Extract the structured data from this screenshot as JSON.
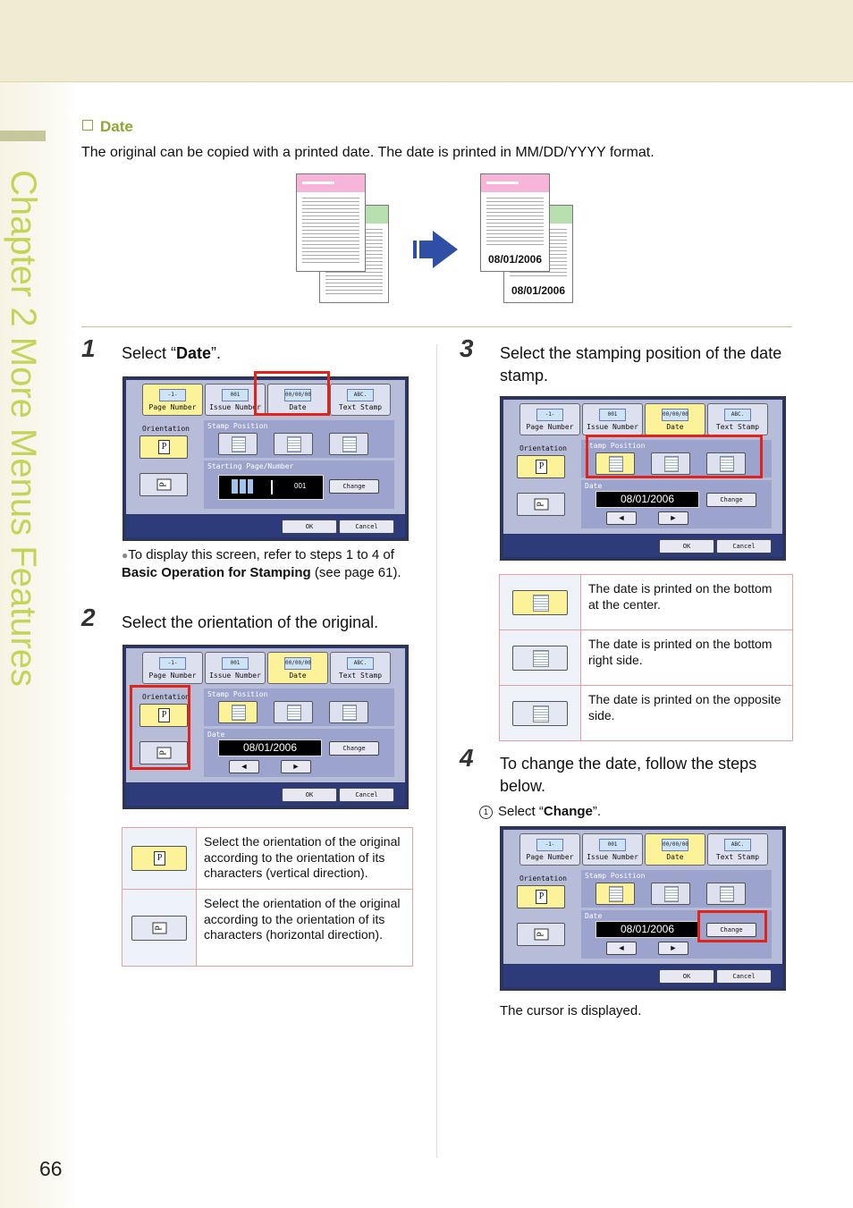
{
  "sidebar": {
    "chapter_label": "Chapter 2   More Menus Features",
    "page_number": "66"
  },
  "section": {
    "title": "Date",
    "intro": "The original can be copied with a printed date. The date is printed in MM/DD/YYYY format.",
    "illustration": {
      "front_date": "08/01/2006",
      "back_date": "08/01/2006"
    }
  },
  "steps": [
    {
      "number": "1",
      "text_before": "Select “",
      "bold": "Date",
      "text_after": "”."
    },
    {
      "number": "2",
      "text": "Select the orientation of the original."
    },
    {
      "number": "3",
      "text": "Select the stamping position of the date stamp."
    },
    {
      "number": "4",
      "text": "To change the date, follow the steps below."
    }
  ],
  "note1": {
    "before": "To display this screen, refer to steps 1 to 4 of ",
    "bold": "Basic Operation for Stamping",
    "after": " (see page 61)."
  },
  "substep": {
    "marker": "1",
    "before": "Select “",
    "bold": "Change",
    "after": "”."
  },
  "cursor_note": "The cursor is displayed.",
  "screen": {
    "tabs": [
      "Page Number",
      "Issue Number",
      "Date",
      "Text Stamp"
    ],
    "tab_icons": [
      "-1-",
      "001",
      "00/00/00",
      "ABC."
    ],
    "orientation_label": "Orientation",
    "stamp_position_label": "Stamp Position",
    "starting_label": "Starting Page/Number",
    "starting_value": "001",
    "date_label": "Date",
    "date_value": "08/01/2006",
    "change": "Change",
    "ok": "OK",
    "cancel": "Cancel",
    "arrow_left": "◄",
    "arrow_right": "►",
    "portrait_glyph": "P",
    "landscape_glyph": "P"
  },
  "orientation_table": [
    {
      "text": "Select the orientation of the original according to the orientation of its characters (vertical direction)."
    },
    {
      "text": "Select the orientation of the original according to the orientation of its characters (horizontal direction)."
    }
  ],
  "position_table": [
    {
      "text": "The date is printed on the bottom at the center."
    },
    {
      "text": "The date is printed on the bottom right side."
    },
    {
      "text": "The date is printed on the opposite side."
    }
  ]
}
